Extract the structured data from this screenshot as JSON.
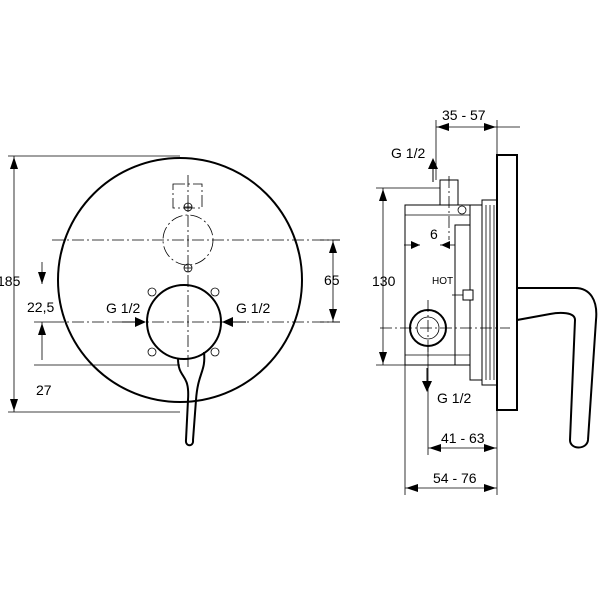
{
  "front_view": {
    "dim_overall_diameter": "185",
    "dim_valve_spacing": "65",
    "dim_upper_offset": "22,5",
    "dim_lower_offset": "27",
    "inlet_left": "G 1/2",
    "inlet_right": "G 1/2"
  },
  "side_view": {
    "dim_depth_top": "35 - 57",
    "dim_body_height": "130",
    "dim_inlet_offset": "6",
    "hot_label": "HOT",
    "outlet_top": "G 1/2",
    "outlet_bottom": "G 1/2",
    "dim_depth_mid": "41 - 63",
    "dim_depth_bottom": "54 - 76"
  }
}
